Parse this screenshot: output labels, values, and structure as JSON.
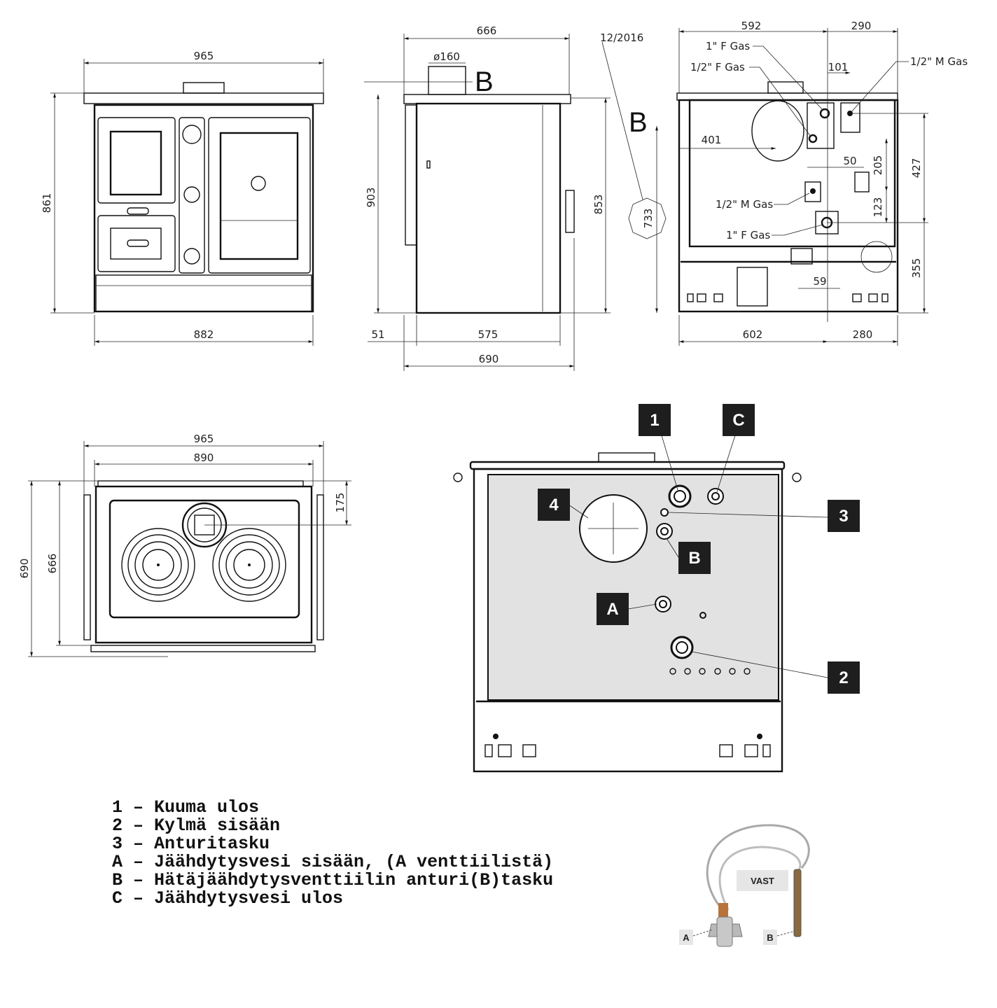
{
  "front_view": {
    "width_top": "965",
    "width_bottom": "882",
    "height": "861"
  },
  "side_view": {
    "depth_top": "666",
    "flue_diameter": "ø160",
    "section_mark": "B",
    "height_total": "903",
    "height_body": "853",
    "offset": "51",
    "body_depth": "575",
    "total_depth": "690"
  },
  "rear_view": {
    "date": "12/2016",
    "section_mark": "B",
    "height_733": "733",
    "dim_592": "592",
    "dim_290": "290",
    "dim_101": "101",
    "dim_401": "401",
    "dim_50": "50",
    "dim_205": "205",
    "dim_427": "427",
    "dim_123": "123",
    "dim_355": "355",
    "dim_59": "59",
    "dim_602": "602",
    "dim_280": "280",
    "conn_1in_f_gas_top": "1\" F Gas",
    "conn_half_f_gas": "1/2\" F Gas",
    "conn_half_m_gas_top": "1/2\" M Gas",
    "conn_half_m_gas_mid": "1/2\" M Gas",
    "conn_1in_f_gas_bottom": "1\" F Gas"
  },
  "top_view": {
    "width_965": "965",
    "width_890": "890",
    "depth_690": "690",
    "depth_666": "666",
    "dim_175": "175"
  },
  "rear_detail": {
    "labels": [
      "1",
      "C",
      "3",
      "4",
      "B",
      "A",
      "2"
    ]
  },
  "legend": [
    "1 – Kuuma ulos",
    "2 – Kylmä sisään",
    "3 – Anturitasku",
    "A – Jäähdytysvesi sisään, (A venttiilistä)",
    "B – Hätäjäähdytysventtiilin anturi(B)tasku",
    "C – Jäähdytysvesi ulos"
  ],
  "valve_photo": {
    "tag": "VAST",
    "label_a": "A",
    "label_b": "B"
  }
}
